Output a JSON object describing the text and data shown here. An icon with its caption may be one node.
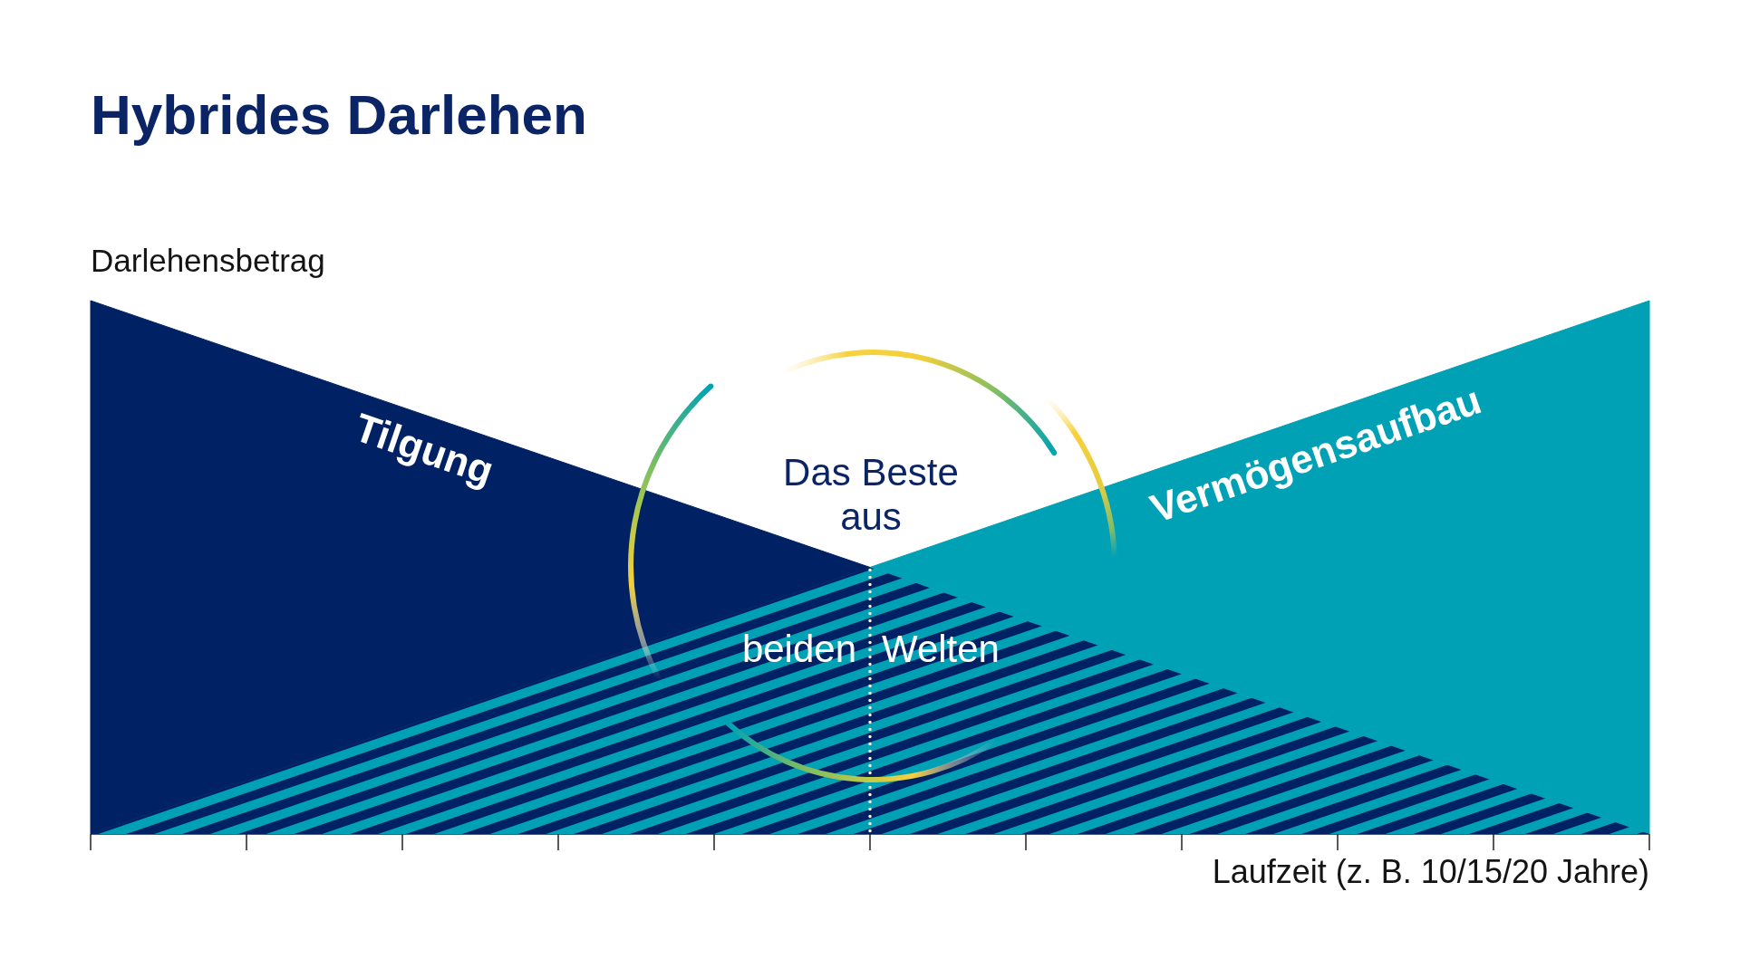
{
  "diagram": {
    "title": "Hybrides Darlehen",
    "nodes": [
      {
        "text": [
          "Tilgung"
        ]
      },
      {
        "text": [
          "Das Beste aus",
          "beiden",
          "Welten"
        ]
      },
      {
        "text": [
          "Vermögensaufbau"
        ]
      }
    ],
    "labels": [
      "Darlehensbetrag",
      "Laufzeit (z. B. 10/15/20 Jahre)"
    ]
  }
}
